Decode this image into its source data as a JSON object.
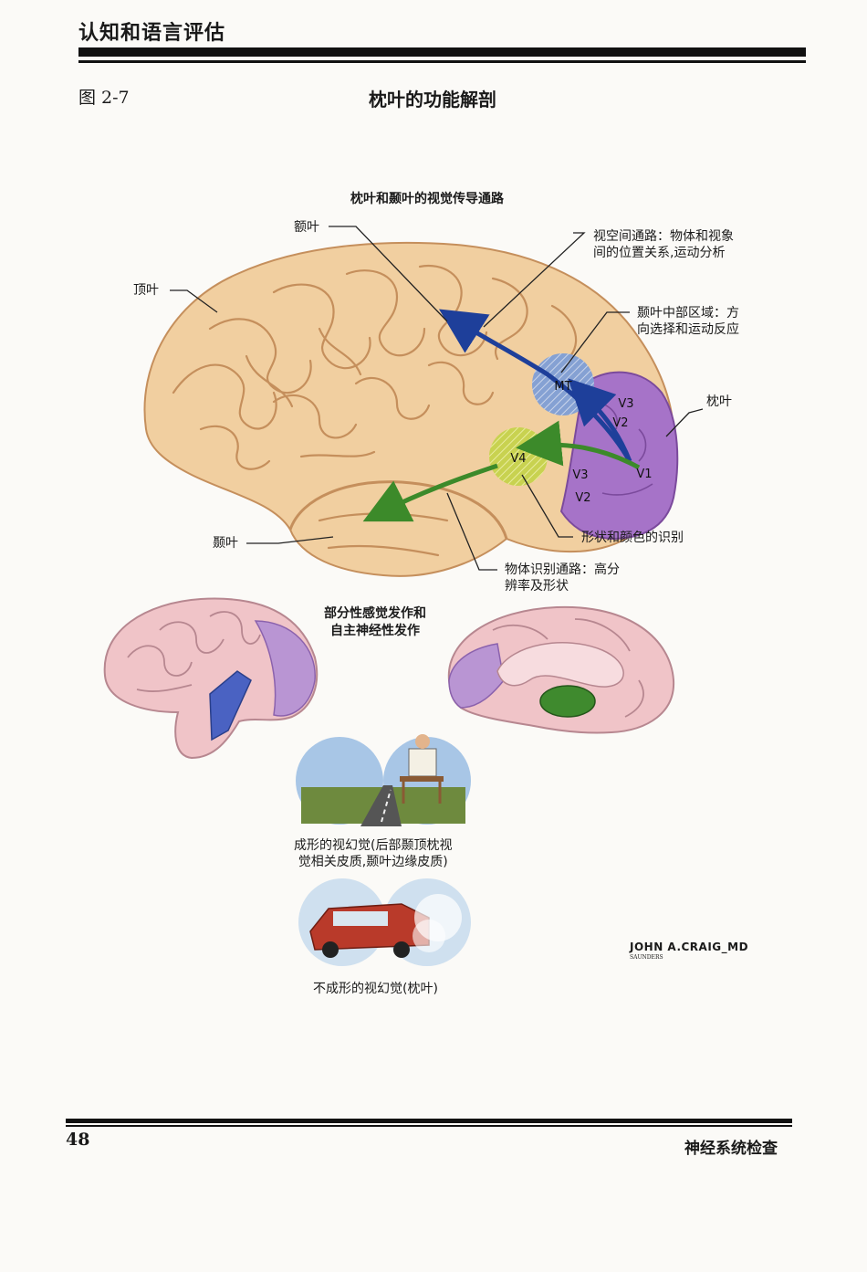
{
  "header": {
    "title": "认知和语言评估"
  },
  "figure": {
    "number": "图 2-7",
    "title": "枕叶的功能解剖"
  },
  "main_panel": {
    "subtitle": "枕叶和颞叶的视觉传导通路",
    "labels": {
      "frontal": "额叶",
      "parietal": "顶叶",
      "occipital": "枕叶",
      "temporal": "颞叶",
      "dorsal_line1": "视空间通路：物体和视象",
      "dorsal_line2": "间的位置关系,运动分析",
      "mt_line1": "颞叶中部区域：方",
      "mt_line2": "向选择和运动反应",
      "shape_color": "形状和颜色的识别",
      "ventral_line1": "物体识别通路：高分",
      "ventral_line2": "辨率及形状"
    },
    "areas": {
      "mt": "MT",
      "v4": "V4",
      "v3_upper": "V3",
      "v2_upper": "V2",
      "v3_lower": "V3",
      "v2_lower": "V2",
      "v1": "V1"
    },
    "colors": {
      "occipital": "#a673c8",
      "mt": "#6f8fc9",
      "v4": "#c8d44a",
      "dorsal_arrow": "#1e3f9a",
      "ventral_arrow": "#3c8a2a",
      "brain": "#f1cfa0"
    }
  },
  "seizure_panel": {
    "title_line1": "部分性感觉发作和",
    "title_line2": "自主神经性发作",
    "formed_caption_line1": "成形的视幻觉(后部颞顶枕视",
    "formed_caption_line2": "觉相关皮质,颞叶边缘皮质)",
    "unformed_caption": "不成形的视幻觉(枕叶)"
  },
  "signature": {
    "artist": "JOHN A.CRAIG_MD",
    "publisher": "SAUNDERS"
  },
  "footer": {
    "page_number": "48",
    "book_title": "神经系统检查"
  }
}
